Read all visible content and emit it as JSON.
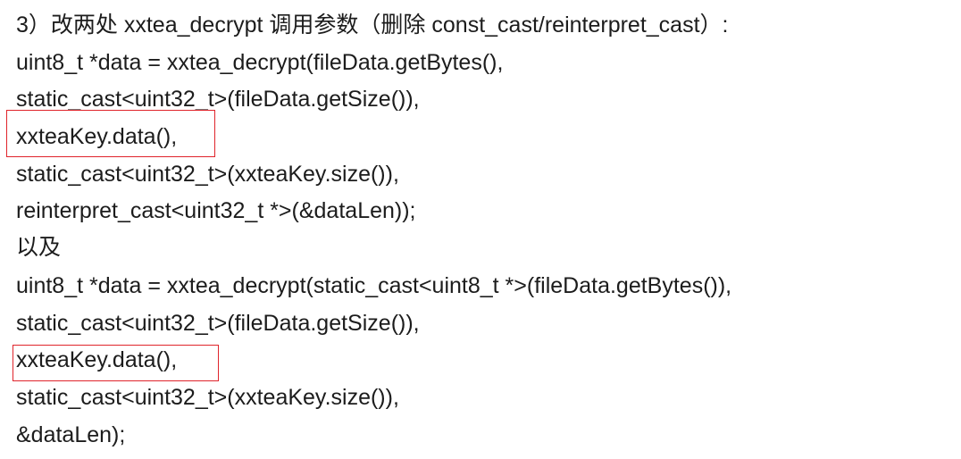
{
  "lines": [
    "3）改两处 xxtea_decrypt 调用参数（删除 const_cast/reinterpret_cast）:",
    "uint8_t *data = xxtea_decrypt(fileData.getBytes(),",
    "static_cast<uint32_t>(fileData.getSize()),",
    "xxteaKey.data(),",
    "static_cast<uint32_t>(xxteaKey.size()),",
    "reinterpret_cast<uint32_t *>(&dataLen));",
    "以及",
    "uint8_t *data = xxtea_decrypt(static_cast<uint8_t *>(fileData.getBytes()),",
    "static_cast<uint32_t>(fileData.getSize()),",
    "xxteaKey.data(),",
    "static_cast<uint32_t>(xxteaKey.size()),",
    "&dataLen);"
  ],
  "highlight_color": "#e0242b"
}
